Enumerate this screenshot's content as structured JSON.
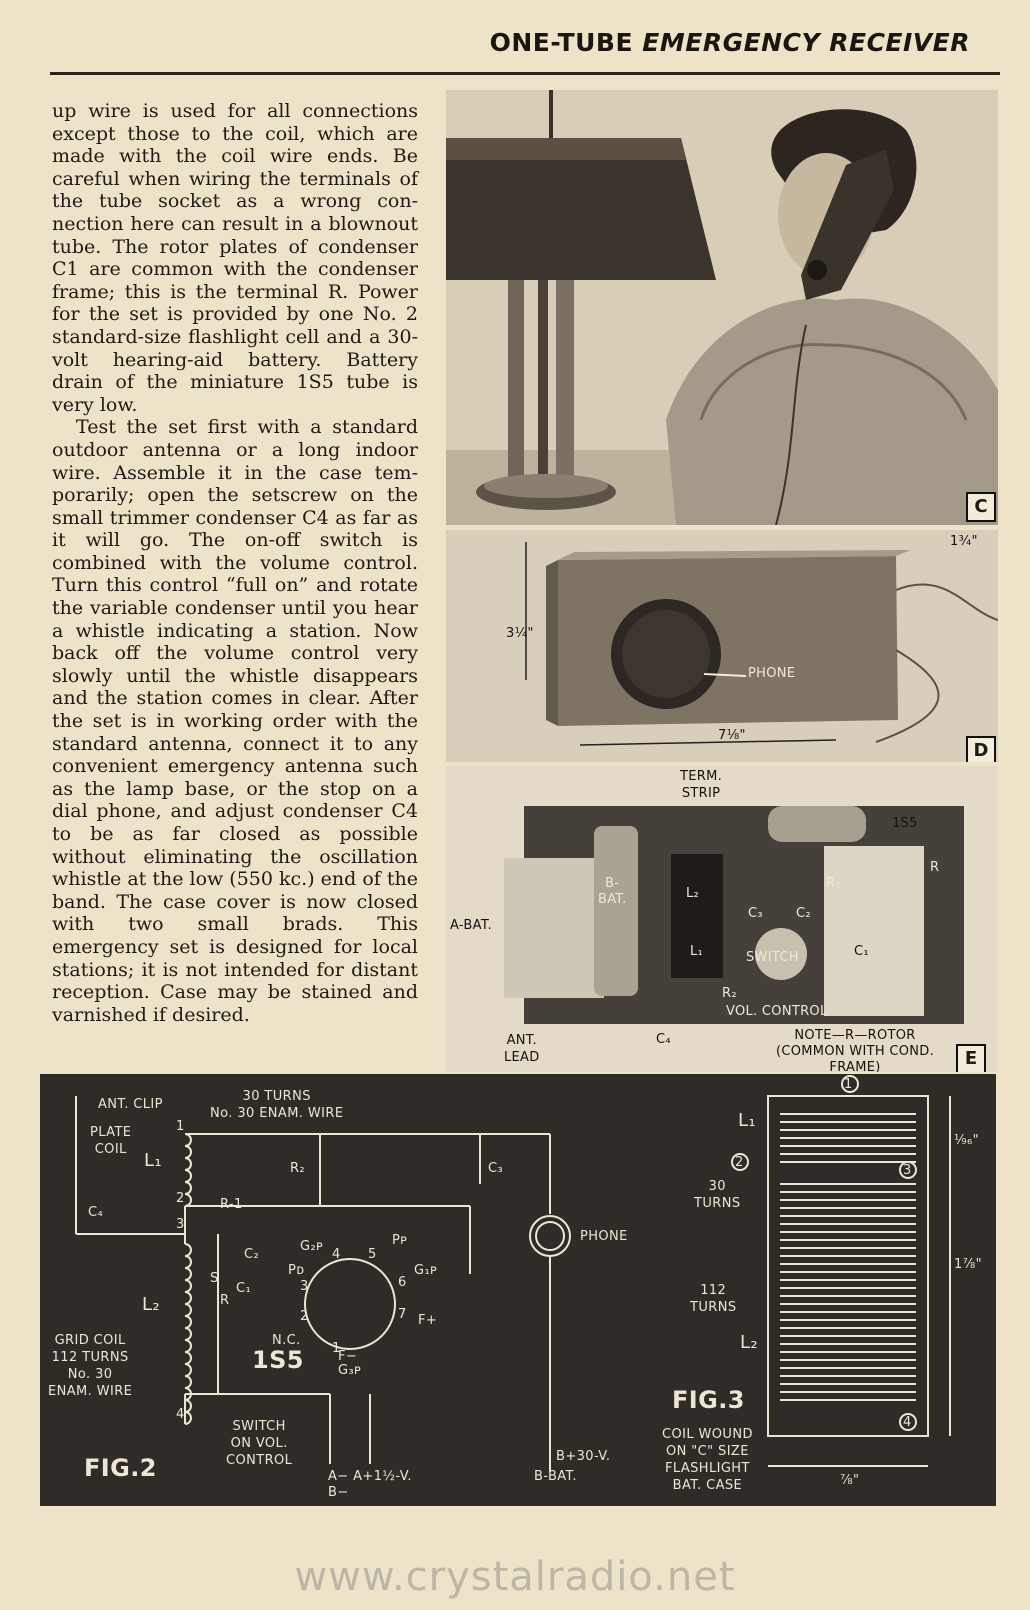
{
  "header": {
    "title_part1": "ONE-TUBE",
    "title_part2": "EMERGENCY RECEIVER"
  },
  "article": {
    "paragraphs": [
      "up wire is used for all connections except those to the coil, which are made with the coil wire ends. Be careful when wiring the terminals of the tube socket as a wrong con­nection here can result in a blown­out tube. The rotor plates of con­denser C1 are common with the condenser frame; this is the termi­nal R. Power for the set is pro­vided by one No. 2 standard-size flashlight cell and a 30-volt hear­ing-aid battery. Battery drain of the miniature 1S5 tube is very low.",
      "Test the set first with a standard outdoor antenna or a long indoor wire. Assemble it in the case tem­porarily; open the setscrew on the small trimmer condenser C4 as far as it will go. The on-off switch is combined with the volume con­trol. Turn this control “full on” and rotate the variable condenser until you hear a whistle indicating a station. Now back off the vol­ume control very slowly until the whistle disappears and the sta­tion comes in clear. After the set is in working order with the stand­ard antenna, connect it to any con­venient emergency antenna such as the lamp base, or the stop on a dial phone, and adjust condenser C4 to be as far closed as possible without eliminating the oscillation whistle at the low (550 kc.) end of the band. The case cover is now closed with two small brads. This emergency set is designed for local stations; it is not intended for distant reception. Case may be stained and varnished if desired."
    ]
  },
  "photo_c": {
    "label": "C"
  },
  "photo_d": {
    "label": "D",
    "height_dim": "3¼\"",
    "width_dim": "7⅛\"",
    "depth_dim": "1¾\"",
    "phone_label": "PHONE"
  },
  "photo_e": {
    "label": "E",
    "term_strip": "TERM.\nSTRIP",
    "tube": "1S5",
    "r": "R",
    "r1": "R₁",
    "b_bat": "B-\nBAT.",
    "l2": "L₂",
    "c3": "C₃",
    "c2": "C₂",
    "a_bat": "A-BAT.",
    "l1": "L₁",
    "switch": "SWITCH",
    "c1": "C₁",
    "r2": "R₂",
    "vol_control": "VOL. CONTROL",
    "ant_lead": "ANT.\nLEAD",
    "c4": "C₄",
    "note": "NOTE—R—ROTOR\n(COMMON WITH COND.\nFRAME)"
  },
  "fig2": {
    "ant_clip": "ANT. CLIP",
    "turns30": "30 TURNS\nNo. 30 ENAM. WIRE",
    "plate_coil": "PLATE\nCOIL",
    "l1": "L₁",
    "r2": "R₂",
    "c3": "C₃",
    "c4": "C₄",
    "r1": "R-1",
    "c2": "C₂",
    "g2p": "G₂ᴘ",
    "pp": "Pᴘ",
    "pd": "Pᴅ",
    "g1p": "G₁ᴘ",
    "s": "S",
    "c1": "C₁",
    "r": "R",
    "fplus": "F+",
    "l2": "L₂",
    "nc": "N.C.",
    "f_minus": "F−",
    "g3p": "G₃ᴘ",
    "grid_coil": "GRID COIL\n112 TURNS\nNo. 30\nENAM. WIRE",
    "tube": "1S5",
    "phone": "PHONE",
    "switch_note": "SWITCH\nON VOL.\nCONTROL",
    "a_minus": "A− A+1½-V.",
    "b_minus": "B−",
    "b_plus": "B+30-V.",
    "b_bat": "B-BAT.",
    "fig_label": "FIG.2",
    "n1": "1",
    "n2": "2",
    "n3": "3",
    "n4": "4",
    "p1": "1",
    "p2": "2",
    "p3": "3",
    "p4": "4",
    "p5": "5",
    "p6": "6",
    "p7": "7"
  },
  "fig3": {
    "l1": "L₁",
    "turns30": "30\nTURNS",
    "turns112": "112\nTURNS",
    "l2": "L₂",
    "fig_label": "FIG.3",
    "caption": "COIL WOUND\nON \"C\" SIZE\nFLASHLIGHT\nBAT. CASE",
    "dim_small": "⅑₆\"",
    "dim_height": "1⅞\"",
    "dim_width": "⅞\"",
    "n1": "1",
    "n2": "2",
    "n3": "3",
    "n4": "4"
  },
  "watermark": "www.crystalradio.net"
}
